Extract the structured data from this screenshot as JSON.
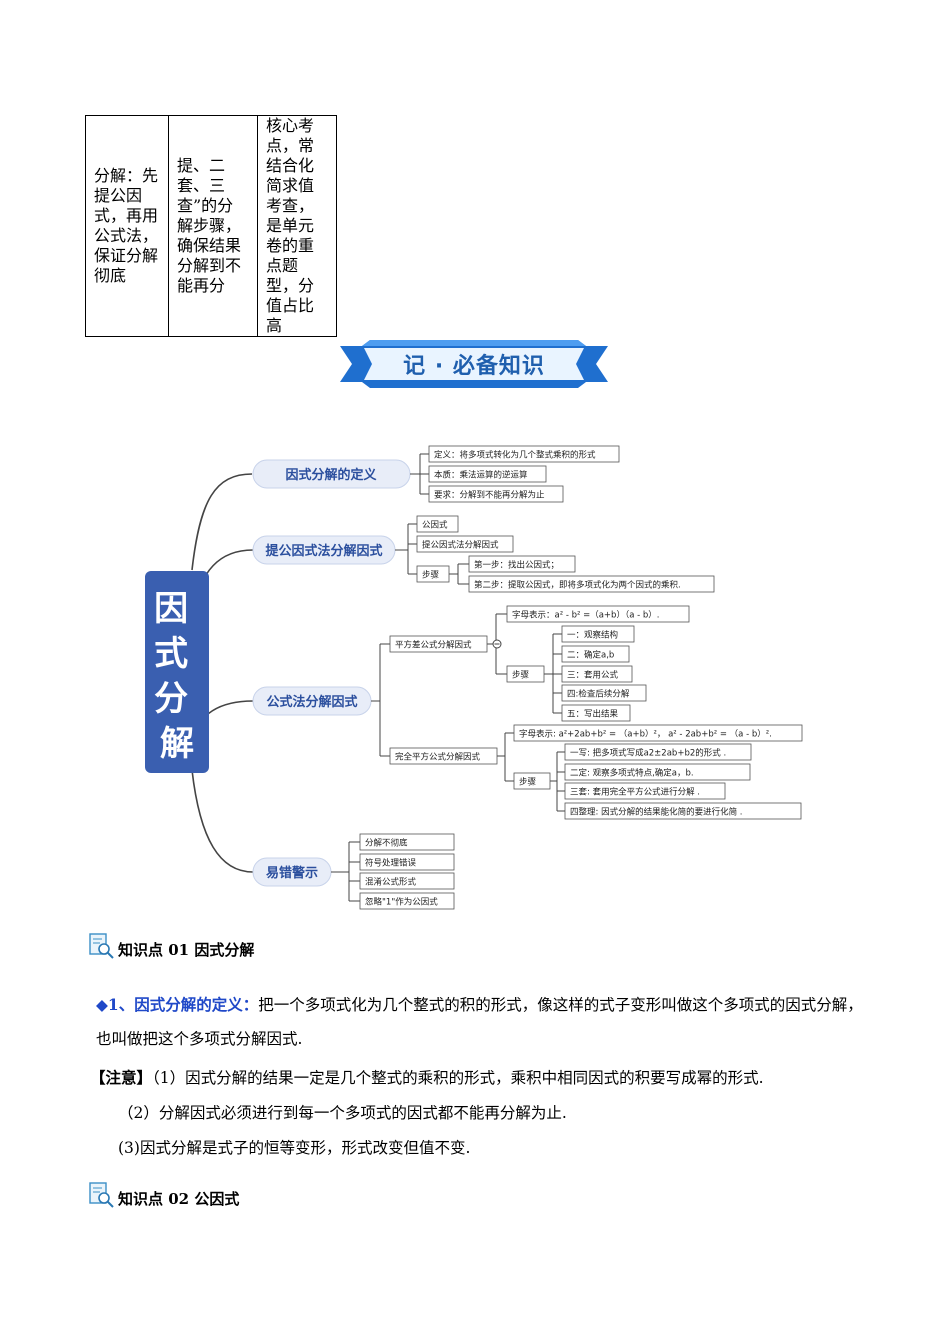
{
  "table": {
    "cell1": "分解：先提公因式，再用公式法，保证分解彻底",
    "cell2": "提、二套、三查”的分解步骤，确保结果分解到不能再分",
    "cell3": "核心考点，常结合化简求值考查，是单元卷的重点题型，分值占比高"
  },
  "banner": {
    "title": "记 · 必备知识"
  },
  "mindmap": {
    "root": "因式分解",
    "b1": {
      "label": "因式分解的定义",
      "items": [
        "定义：将多项式转化为几个整式乘积的形式",
        "本质：乘法运算的逆运算",
        "要求：分解到不能再分解为止"
      ]
    },
    "b2": {
      "label": "提公因式法分解因式",
      "items": [
        "公因式",
        "提公因式法分解因式"
      ],
      "steps_label": "步骤",
      "steps": [
        "第一步：找出公因式；",
        "第二步：提取公因式，即将多项式化为两个因式的乘积."
      ]
    },
    "b3": {
      "label": "公式法分解因式",
      "sub1": {
        "label": "平方差公式分解因式",
        "formula": "字母表示：a² - b² =（a+b）（a - b）.",
        "steps_label": "步骤",
        "steps": [
          "一：观察结构",
          "二：确定a,b",
          "三：套用公式",
          "四:检查后续分解",
          "五：写出结果"
        ]
      },
      "sub2": {
        "label": "完全平方公式分解因式",
        "formula": "字母表示: a²+2ab+b² = （a+b）²， a² - 2ab+b² = （a - b）².",
        "steps_label": "步骤",
        "steps": [
          "一写: 把多项式写成a2±2ab+b2的形式 .",
          "二定: 观察多项式特点,确定a，b.",
          "三套: 套用完全平方公式进行分解 .",
          "四整理: 因式分解的结果能化简的要进行化简 ."
        ]
      }
    },
    "b4": {
      "label": "易错警示",
      "items": [
        "分解不彻底",
        "符号处理错误",
        "混淆公式形式",
        "忽略\"1\"作为公因式"
      ]
    }
  },
  "kp1": {
    "title": "知识点 01  因式分解"
  },
  "def": {
    "head": "◆1、因式分解的定义：",
    "body": "把一个多项式化为几个整式的积的形式，像这样的式子变形叫做这个多项式的因式分解，也叫做把这个多项式分解因式."
  },
  "note": {
    "head": "【注意】",
    "l1": "（1）因式分解的结果一定是几个整式的乘积的形式，乘积中相同因式的积要写成幂的形式.",
    "l2": "（2）分解因式必须进行到每一个多项式的因式都不能再分解为止.",
    "l3": "(3)因式分解是式子的恒等变形，形式改变但值不变."
  },
  "kp2": {
    "title": "知识点 02  公因式"
  },
  "colors": {
    "root": "#3a5fb0",
    "node": "#e8edf8",
    "node_text": "#2b4f9e",
    "accent": "#1f48c8"
  }
}
